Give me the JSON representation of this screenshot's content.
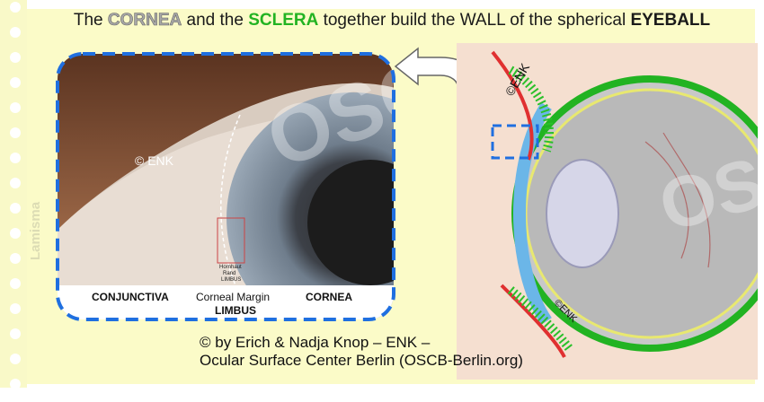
{
  "title": {
    "part1": "The ",
    "cornea": "CORNEA",
    "part2": " and the ",
    "sclera": "SCLERA",
    "part3": " together build the WALL of the spherical ",
    "eyeball": "EYEBALL"
  },
  "side_label": "Lamisma",
  "photo": {
    "copyright": "© ENK",
    "watermark": "OSCB",
    "small_label_1": "Hornhaut",
    "small_label_2": "Rand",
    "small_label_3": "LIMBUS",
    "label_conjunctiva": "CONJUNCTIVA",
    "label_corneal_margin": "Corneal Margin",
    "label_limbus": "LIMBUS",
    "label_cornea": "CORNEA"
  },
  "diagram": {
    "copyright_top": "©ENK",
    "copyright_bottom": "©ENK",
    "watermark": "OSCB"
  },
  "footer": {
    "line1": "© by Erich & Nadja Knop – ENK –",
    "line2": "Ocular Surface Center Berlin (OSCB-Berlin.org)"
  },
  "colors": {
    "panel_bg": "#fbfbc8",
    "sclera_green": "#22b322",
    "dashed_blue": "#1f6fe0",
    "cornea_gray": "#a8a8a8"
  }
}
